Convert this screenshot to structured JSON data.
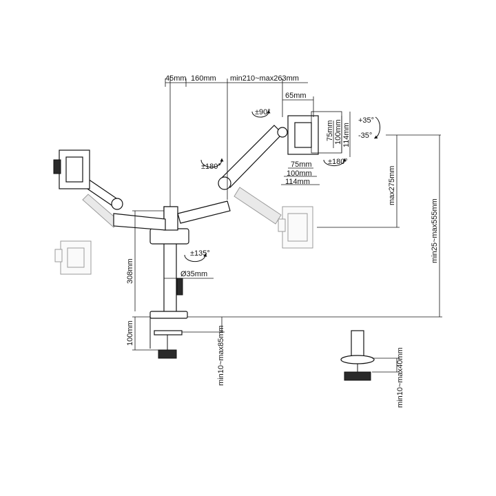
{
  "dimensions": {
    "arm_offset": "45mm",
    "arm_length_1": "160mm",
    "arm_length_2": "min210~max263mm",
    "plate_width": "65mm",
    "rotation_plate": "±90°",
    "rotation_joint": "±180°",
    "tilt_up": "+35°",
    "tilt_down": "-35°",
    "swivel_head": "±180°",
    "vesa_75_v": "75mm",
    "vesa_100_v": "100mm",
    "vesa_114_v": "114mm",
    "vesa_75_h": "75mm",
    "vesa_100_h": "100mm",
    "vesa_114_h": "114mm",
    "height_adjust": "max275mm",
    "total_height": "min25~max555mm",
    "base_rotation": "±135°",
    "pole_height": "308mm",
    "pole_diameter": "Ø35mm",
    "clamp_height": "100mm",
    "clamp_thickness": "min10~max85mm",
    "grommet_thickness": "min10~max40mm"
  }
}
